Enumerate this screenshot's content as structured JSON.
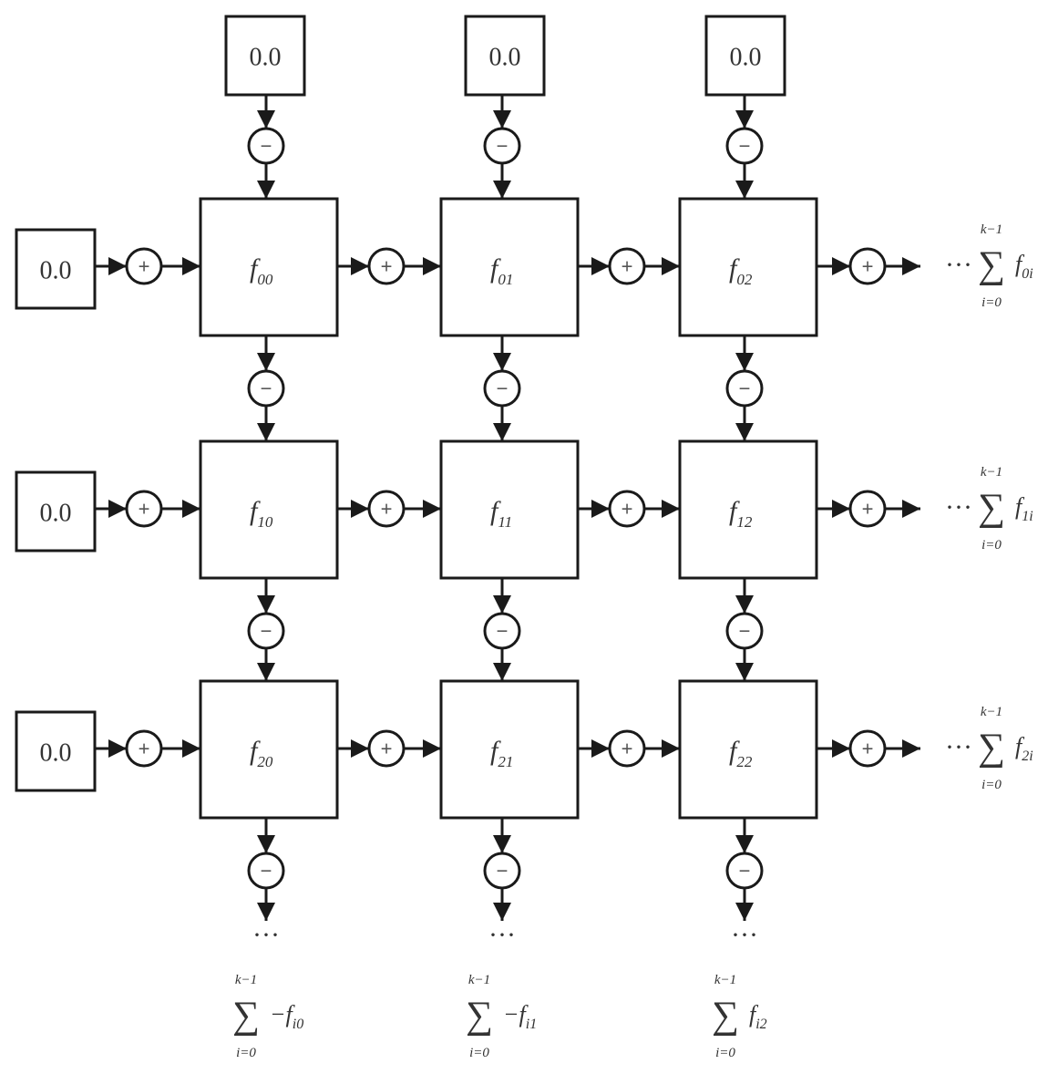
{
  "diagram": {
    "title": "",
    "input_value": "0.0",
    "plus_symbol": "+",
    "minus_symbol": "−",
    "ellipsis": "···",
    "sum_symbol": "∑",
    "sum_upper": "k−1",
    "sum_lower": "i=0",
    "cells": [
      [
        {
          "base": "f",
          "sub": "00"
        },
        {
          "base": "f",
          "sub": "01"
        },
        {
          "base": "f",
          "sub": "02"
        }
      ],
      [
        {
          "base": "f",
          "sub": "10"
        },
        {
          "base": "f",
          "sub": "11"
        },
        {
          "base": "f",
          "sub": "12"
        }
      ],
      [
        {
          "base": "f",
          "sub": "20"
        },
        {
          "base": "f",
          "sub": "21"
        },
        {
          "base": "f",
          "sub": "22"
        }
      ]
    ],
    "column_inputs": [
      "0.0",
      "0.0",
      "0.0"
    ],
    "row_inputs": [
      "0.0",
      "0.0",
      "0.0"
    ],
    "row_outputs": [
      {
        "prefix": "",
        "base": "f",
        "sub": "0i"
      },
      {
        "prefix": "",
        "base": "f",
        "sub": "1i"
      },
      {
        "prefix": "",
        "base": "f",
        "sub": "2i"
      }
    ],
    "column_outputs": [
      {
        "prefix": "−",
        "base": "f",
        "sub": "i0"
      },
      {
        "prefix": "−",
        "base": "f",
        "sub": "i1"
      },
      {
        "prefix": "",
        "base": "f",
        "sub": "i2"
      }
    ],
    "edges": {
      "horizontal_operator": "+",
      "vertical_operator": "−"
    }
  }
}
